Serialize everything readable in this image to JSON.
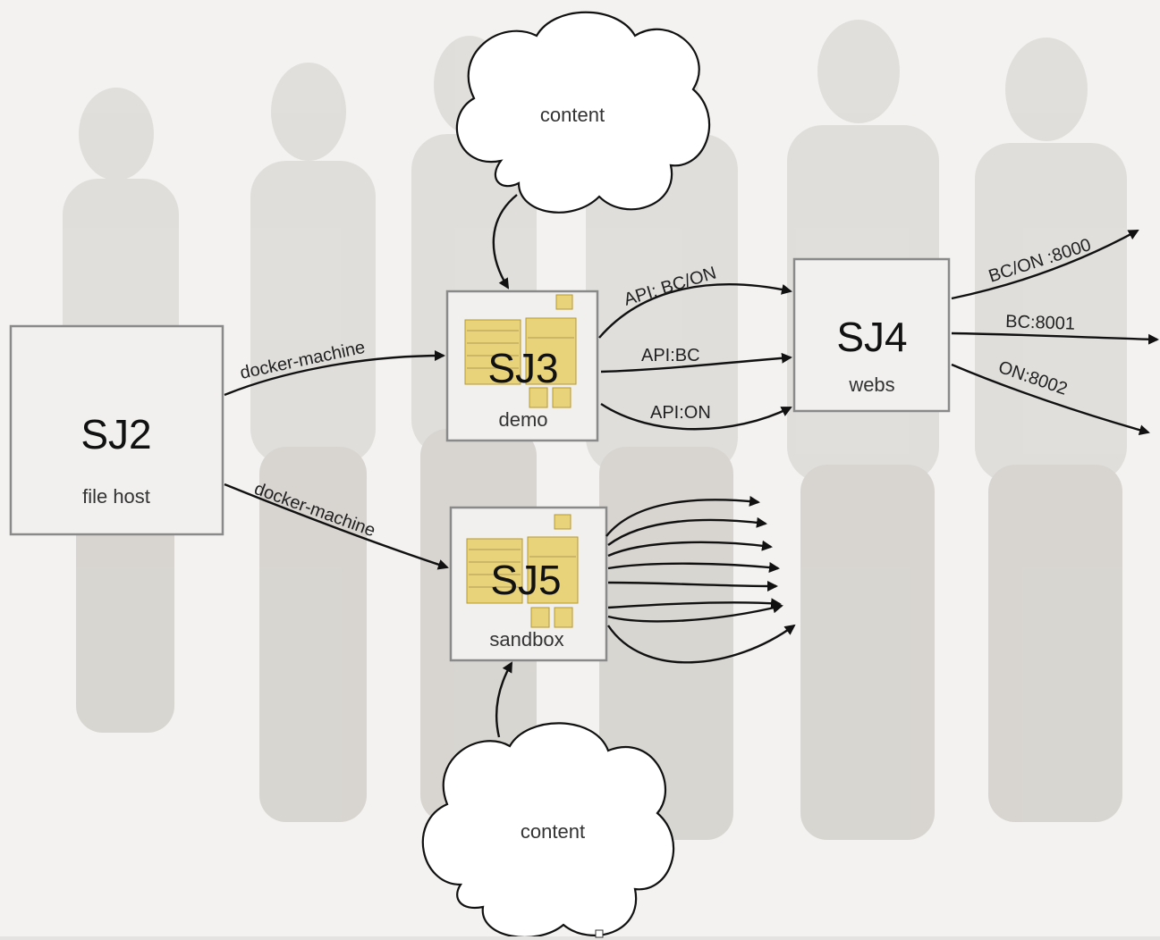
{
  "nodes": {
    "sj2": {
      "title": "SJ2",
      "subtitle": "file host"
    },
    "sj3": {
      "title": "SJ3",
      "subtitle": "demo"
    },
    "sj4": {
      "title": "SJ4",
      "subtitle": "webs"
    },
    "sj5": {
      "title": "SJ5",
      "subtitle": "sandbox"
    }
  },
  "clouds": {
    "top": "content",
    "bottom": "content"
  },
  "edges": {
    "sj2_sj3": "docker-machine",
    "sj2_sj5": "docker-machine",
    "sj3_sj4_top": "API: BC/ON",
    "sj3_sj4_mid": "API:BC",
    "sj3_sj4_bot": "API:ON",
    "sj4_out1": "BC/ON :8000",
    "sj4_out2": "BC:8001",
    "sj4_out3": "ON:8002"
  },
  "colors": {
    "background": "#f3f2f0",
    "box_stroke": "#8a8a8a",
    "thumbnail": "#e8d27a"
  }
}
